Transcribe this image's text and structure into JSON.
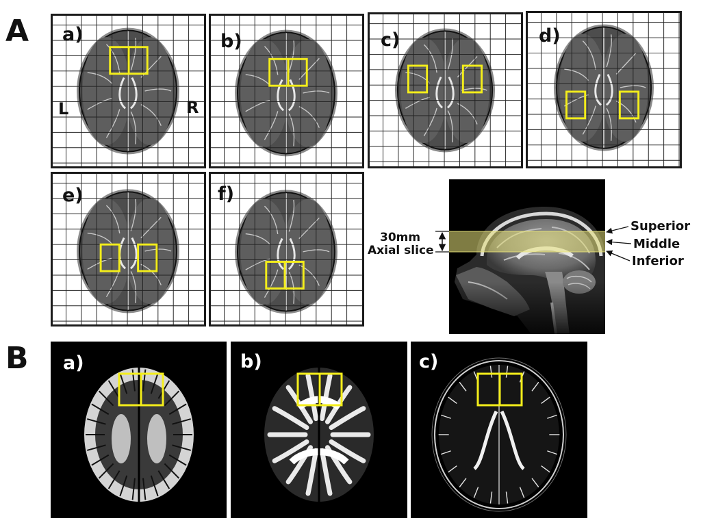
{
  "figure": {
    "section_a_letter": "A",
    "section_b_letter": "B",
    "side_left": "L",
    "side_right": "R",
    "colors": {
      "roi_box": "#f4ee1a",
      "slab_highlight": "#e8e27a",
      "grid_line": "#222222",
      "panel_border": "#1b1b1b"
    }
  },
  "section_a": {
    "panels": [
      {
        "label": "a)",
        "roi_region": "frontal-medial-pair"
      },
      {
        "label": "b)",
        "roi_region": "frontal-medial-pair-lower"
      },
      {
        "label": "c)",
        "roi_region": "lateral-frontal-pair"
      },
      {
        "label": "d)",
        "roi_region": "lateral-posterior-pair"
      },
      {
        "label": "e)",
        "roi_region": "medial-posterior-pair"
      },
      {
        "label": "f)",
        "roi_region": "occipital-medial-pair"
      }
    ],
    "sagittal": {
      "slab_thickness": "30mm",
      "slab_caption": "Axial slice",
      "levels": [
        "Superior",
        "Middle",
        "Inferior"
      ]
    }
  },
  "section_b": {
    "panels": [
      {
        "label": "a)"
      },
      {
        "label": "b)"
      },
      {
        "label": "c)"
      }
    ]
  }
}
